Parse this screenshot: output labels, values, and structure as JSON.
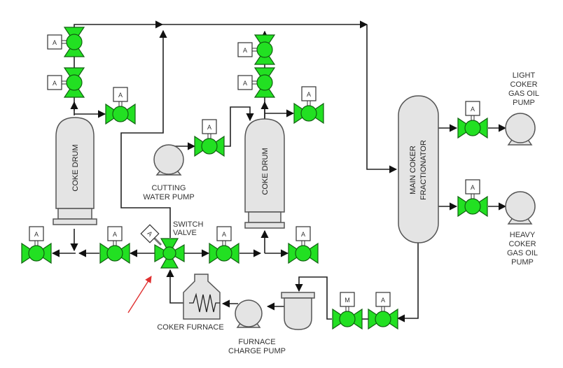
{
  "diagram": {
    "type": "process-flow-diagram",
    "equipment": {
      "coke_drum_1": "COKE DRUM",
      "coke_drum_2": "COKE DRUM",
      "main_fractionator": [
        "MAIN COKER",
        "FRACTIONATOR"
      ],
      "cutting_water_pump": [
        "CUTTING",
        "WATER PUMP"
      ],
      "coker_furnace": "COKER FURNACE",
      "furnace_charge_pump": [
        "FURNACE",
        "CHARGE PUMP"
      ],
      "light_pump": [
        "LIGHT",
        "COKER",
        "GAS OIL",
        "PUMP"
      ],
      "heavy_pump": [
        "HEAVY",
        "COKER",
        "GAS OIL",
        "PUMP"
      ],
      "switch_valve": [
        "SWITCH",
        "VALVE"
      ]
    },
    "actuator_labels": {
      "auto": "A",
      "manual": "M"
    },
    "colors": {
      "valve_fill": "#22e022",
      "vessel_fill": "#e4e4e4",
      "pointer_arrow": "#e03030"
    }
  }
}
